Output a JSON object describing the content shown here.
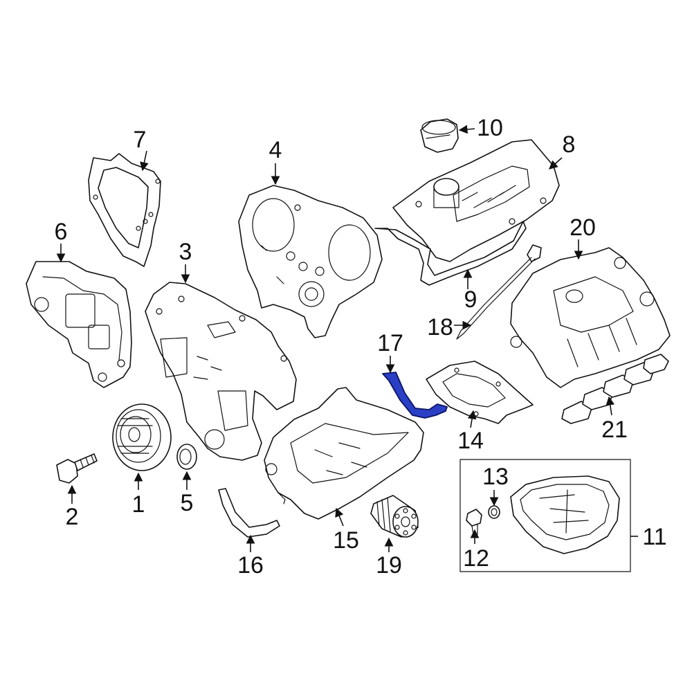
{
  "callouts": {
    "c1": "1",
    "c2": "2",
    "c3": "3",
    "c4": "4",
    "c5": "5",
    "c6": "6",
    "c7": "7",
    "c8": "8",
    "c9": "9",
    "c10": "10",
    "c11": "11",
    "c12": "12",
    "c13": "13",
    "c14": "14",
    "c15": "15",
    "c16": "16",
    "c17": "17",
    "c18": "18",
    "c19": "19",
    "c20": "20",
    "c21": "21"
  },
  "highlight_color": "#2a3fc4"
}
